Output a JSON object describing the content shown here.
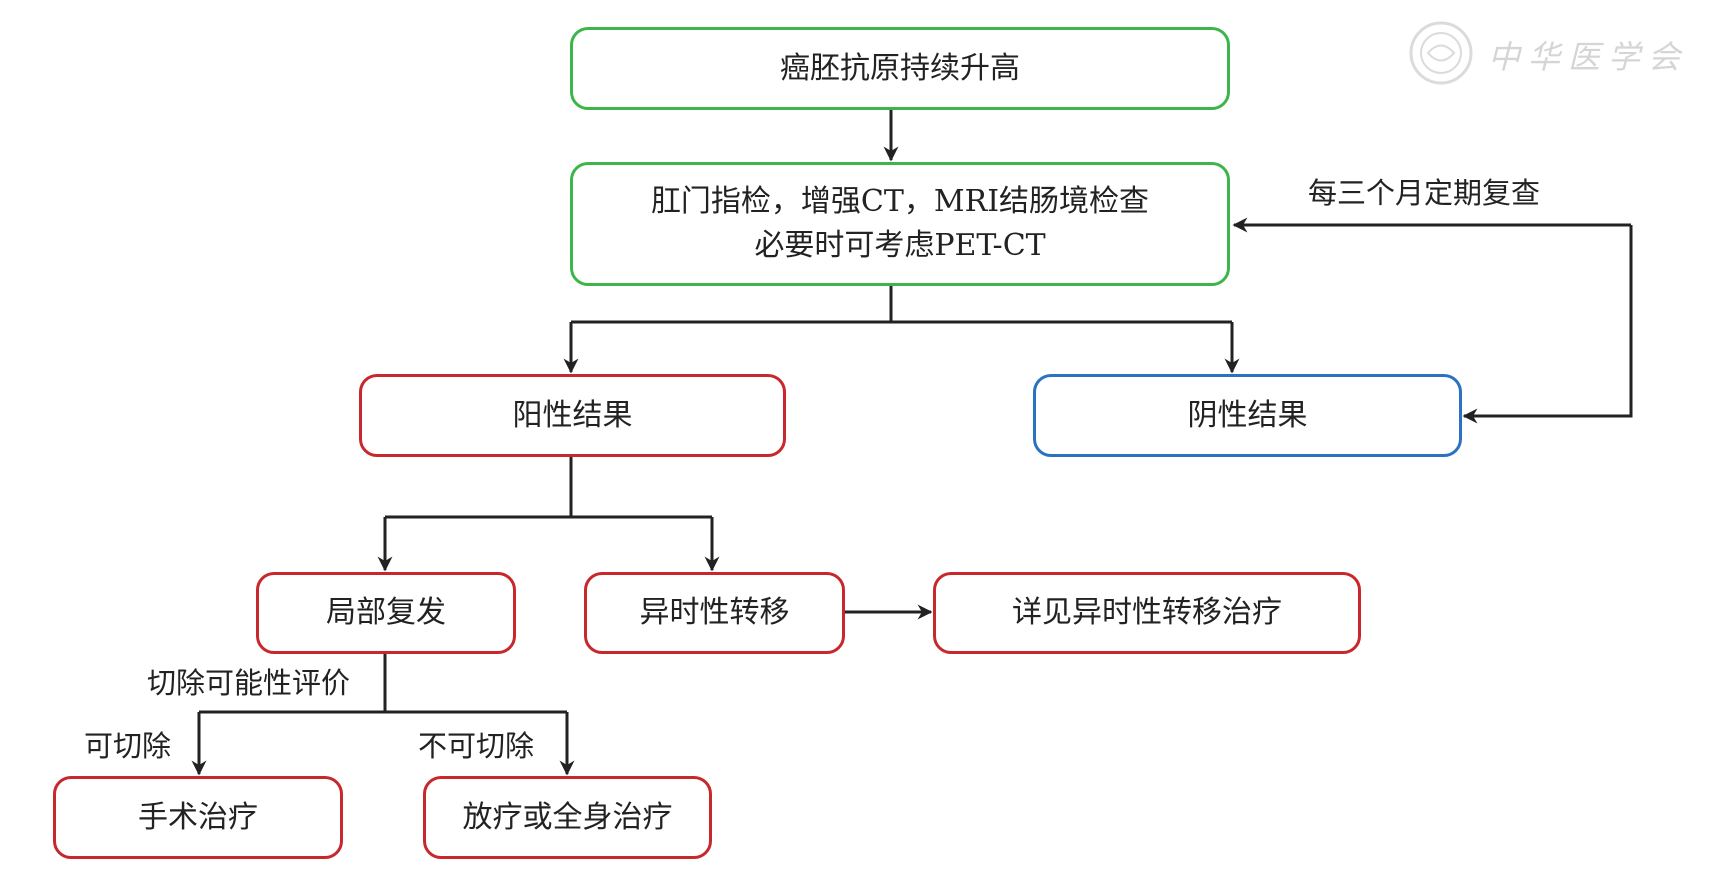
{
  "nodes": {
    "cea_rise": "癌胚抗原持续升高",
    "exam_line1": "肛门指检，增强CT，MRI结肠境检查",
    "exam_line2": "必要时可考虑PET-CT",
    "positive": "阳性结果",
    "negative": "阴性结果",
    "local_recurrence": "局部复发",
    "metachronous_metastasis": "异时性转移",
    "see_metastasis_treatment": "详见异时性转移治疗",
    "surgery": "手术治疗",
    "radio_systemic": "放疗或全身治疗"
  },
  "edge_labels": {
    "recheck": "每三个月定期复查",
    "resectability": "切除可能性评价",
    "resectable": "可切除",
    "unresectable": "不可切除"
  },
  "watermark": {
    "text": "中华医学会"
  },
  "colors": {
    "green_border": "#3cb64a",
    "red_border": "#c8282c",
    "blue_border": "#2a73c0",
    "arrow": "#222222"
  }
}
